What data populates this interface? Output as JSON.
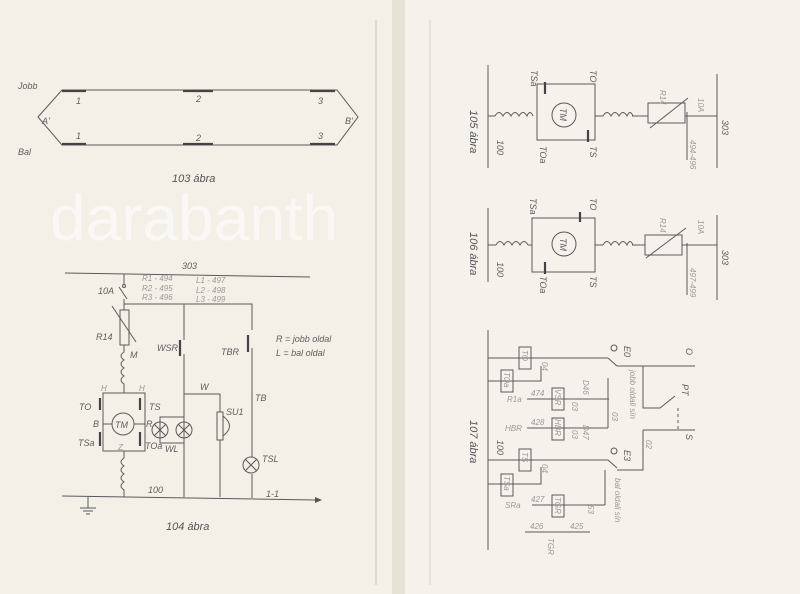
{
  "left_page": {
    "fig103": {
      "caption": "103 ábra",
      "side_top": "Jobb",
      "side_bottom": "Bal",
      "end_a": "A'",
      "end_b": "B'",
      "marks_top": [
        "1",
        "2",
        "3"
      ],
      "marks_bottom": [
        "1",
        "2",
        "3"
      ]
    },
    "fig104": {
      "caption": "104 ábra",
      "top_wire": "303",
      "bottom_wire": "100",
      "output_wire": "1-1",
      "fuse": "10A",
      "resistor": "R14",
      "coil_m": "M",
      "r_list": [
        "R1 - 494",
        "R2 - 495",
        "R3 - 496"
      ],
      "l_list": [
        "L1 - 497",
        "L2 - 498",
        "L3 - 499"
      ],
      "legend": [
        "R = jobb oldal",
        "L = bal oldal"
      ],
      "h_left": "H",
      "h_right": "H",
      "to": "TO",
      "ts": "TS",
      "b": "B",
      "motor": "TM",
      "r": "R",
      "tsa": "TSa",
      "toa": "TOa",
      "z": "Z",
      "wsr": "WSR",
      "tbr": "TBR",
      "w": "W",
      "horn": "SU1",
      "tb": "TB",
      "wl": "WL",
      "tsl": "TSL"
    }
  },
  "right_page": {
    "fig105": {
      "caption": "105 ábra",
      "left_wire": "100",
      "right_wire": "303",
      "tsa": "TSa",
      "to": "TO",
      "motor": "TM",
      "toa": "TOa",
      "ts": "TS",
      "resistor": "R14",
      "fuse": "10A",
      "range": "494-496"
    },
    "fig106": {
      "caption": "106 ábra",
      "left_wire": "100",
      "right_wire": "303",
      "tsa": "TSa",
      "to": "TO",
      "motor": "TM",
      "toa": "TOa",
      "ts": "TS",
      "resistor": "R14",
      "fuse": "10A",
      "range": "497-499"
    },
    "fig107": {
      "caption": "107 ábra",
      "bus": "100",
      "relays": [
        "TO",
        "TOa",
        "VSR",
        "HBR",
        "TS",
        "TSa",
        "TGR"
      ],
      "wires": [
        "04",
        "03",
        "03",
        "03",
        "04",
        "02",
        "53"
      ],
      "diodes": [
        "D46",
        "D47"
      ],
      "numbers": [
        "474",
        "428",
        "427",
        "426",
        "425"
      ],
      "leads": [
        "R1a",
        "HBR",
        "SRa",
        "TGR"
      ],
      "switches": [
        "E0",
        "E3",
        "PT"
      ],
      "switch_notes": [
        "jobb oldali sín",
        "bal oldali sín"
      ],
      "outputs": [
        "O",
        "S"
      ]
    }
  },
  "watermark": "darabanth"
}
